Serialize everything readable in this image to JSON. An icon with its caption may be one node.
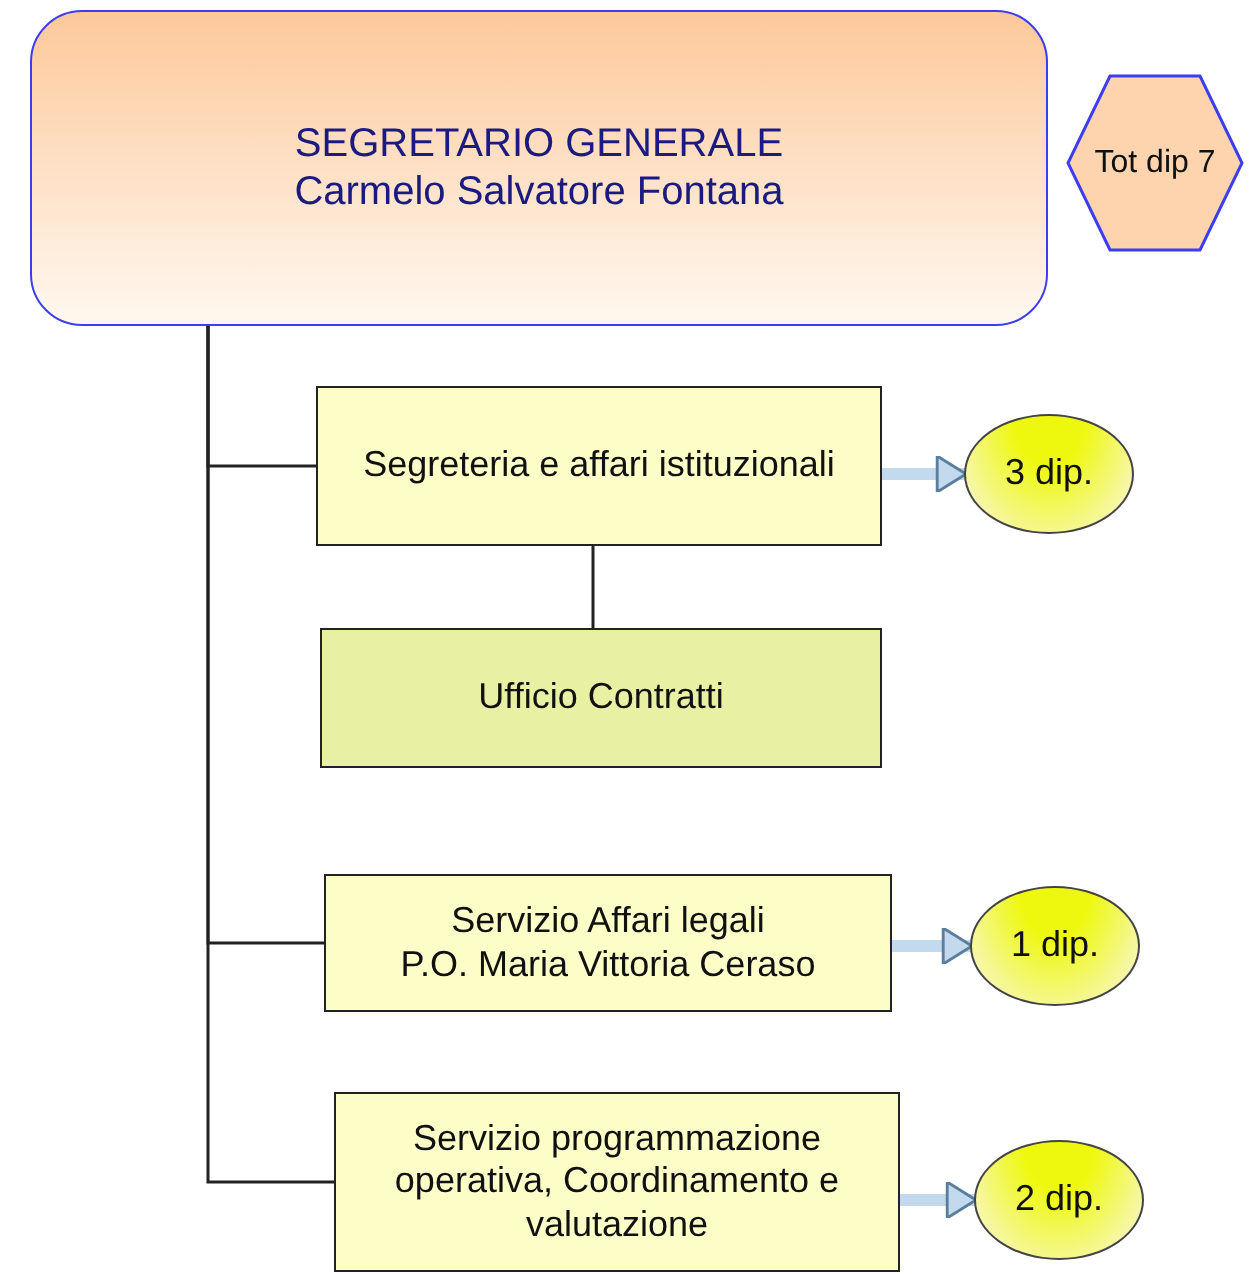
{
  "diagram": {
    "nodes": [
      {
        "text": [
          "SEGRETARIO GENERALE",
          "Carmelo Salvatore Fontana"
        ]
      },
      {
        "text": [
          "Tot dip 7"
        ]
      },
      {
        "text": [
          "Segreteria  e affari istituzionali"
        ]
      },
      {
        "text": [
          "3 dip."
        ]
      },
      {
        "text": [
          "Ufficio Contratti"
        ]
      },
      {
        "text": [
          "Servizio Affari legali",
          "P.O.  Maria Vittoria Ceraso"
        ]
      },
      {
        "text": [
          "1 dip."
        ]
      },
      {
        "text": [
          "Servizio programmazione operativa, Coordinamento e valutazione"
        ]
      },
      {
        "text": [
          "2 dip."
        ]
      }
    ],
    "edges": [
      {
        "from": 0,
        "to": 2,
        "arrow": "none"
      },
      {
        "from": 0,
        "to": 5,
        "arrow": "none"
      },
      {
        "from": 0,
        "to": 7,
        "arrow": "none"
      },
      {
        "from": 2,
        "to": 4,
        "arrow": "none"
      },
      {
        "from": 2,
        "to": 3,
        "arrow": "to",
        "style": "thick",
        "color": "#c3daee"
      },
      {
        "from": 5,
        "to": 6,
        "arrow": "to",
        "style": "thick",
        "color": "#c3daee"
      },
      {
        "from": 7,
        "to": 8,
        "arrow": "to",
        "style": "thick",
        "color": "#c3daee"
      }
    ]
  }
}
